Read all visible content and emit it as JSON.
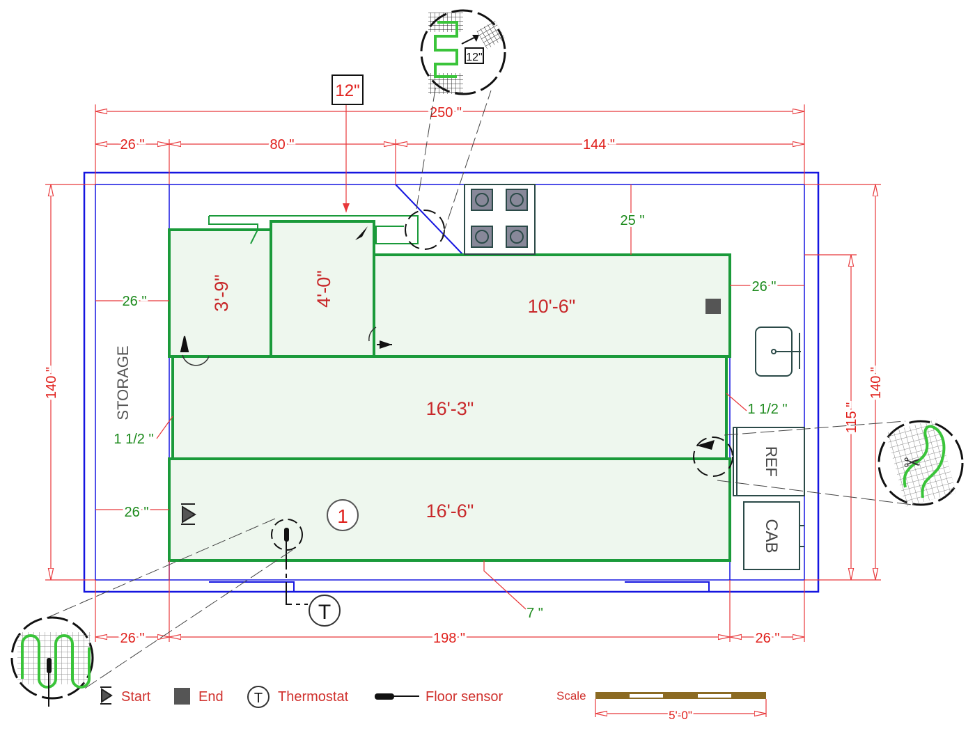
{
  "title_box": "12\"",
  "detail_label": "12\"",
  "zones": [
    {
      "id": "zone-a",
      "label": "3'-9\""
    },
    {
      "id": "zone-b",
      "label": "4'-0\""
    },
    {
      "id": "zone-c",
      "label": "10'-6\""
    },
    {
      "id": "zone-d",
      "label": "16'-3\""
    },
    {
      "id": "zone-e",
      "label": "16'-6\""
    }
  ],
  "room_number": "1",
  "rooms": {
    "storage": "STORAGE",
    "ref": "REF",
    "cab": "CAB"
  },
  "dimensions": {
    "top_total": "250 \"",
    "top_left": "26 \"",
    "top_mid": "80 \"",
    "top_right": "144 \"",
    "left_height": "140 \"",
    "right_height": "140 \"",
    "right_inner": "115 \"",
    "bottom_left": "26 \"",
    "bottom_mid": "198 \"",
    "bottom_right": "26 \""
  },
  "clearances": {
    "stove": "25 \"",
    "right_top": "26 \"",
    "left_top": "26 \"",
    "left_gap": "1 1/2 \"",
    "right_gap": "1 1/2 \"",
    "left_bottom": "26 \"",
    "bottom": "7 \""
  },
  "thermostat_symbol": "T",
  "legend": {
    "start": "Start",
    "end": "End",
    "thermostat": "Thermostat",
    "thermostat_symbol": "T",
    "floor_sensor": "Floor sensor",
    "scale": "Scale",
    "scale_value": "5'-0\""
  },
  "colors": {
    "wall": "#1515e0",
    "zone": "#1a9a3a",
    "dimension": "#e8373a",
    "scale": "#8b6a22"
  }
}
